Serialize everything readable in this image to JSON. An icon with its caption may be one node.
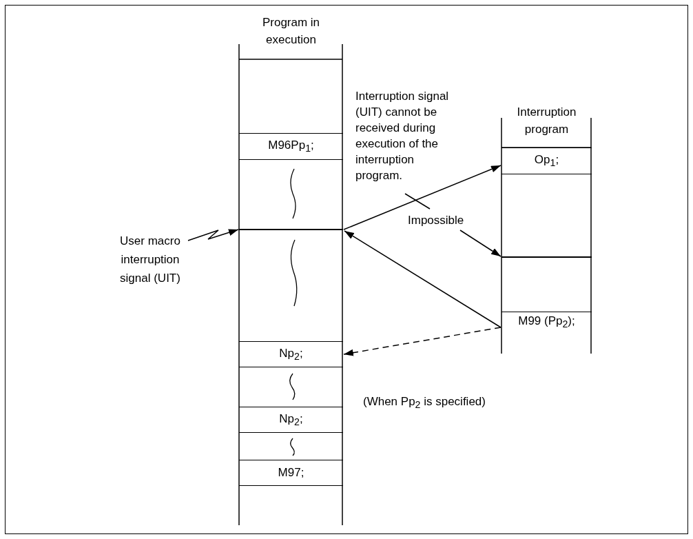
{
  "diagram": {
    "nodes": [
      {
        "text": [
          "Program in execution"
        ]
      },
      {
        "text": [
          "M96Pp$_{1}$;"
        ],
        "in": 0
      },
      {
        "text": [],
        "shape": "bar",
        "in": 0
      },
      {
        "text": [
          "Np$_{2}$;"
        ],
        "in": 0
      },
      {
        "text": [
          "Np$_{2}$;"
        ],
        "in": 0
      },
      {
        "text": [
          "M97;"
        ],
        "in": 0
      },
      {
        "text": [
          "Interruption program"
        ]
      },
      {
        "text": [
          "Op$_{1}$;"
        ],
        "in": 6
      },
      {
        "text": [],
        "shape": "bar",
        "in": 6
      },
      {
        "text": [
          "M99 (Pp$_{2}$);"
        ],
        "in": 6
      },
      {
        "text": [
          "User macro interruption signal (UIT)"
        ]
      },
      {
        "text": [
          "Interruption signal (UIT) cannot be received during execution of the interruption program."
        ]
      },
      {
        "text": [
          "Impossible"
        ]
      }
    ],
    "edges": [
      {
        "from": 10,
        "to": 2,
        "arrow": "to"
      },
      {
        "from": 2,
        "to": 7,
        "arrow": "to"
      },
      {
        "from": 9,
        "to": 2,
        "arrow": "to"
      },
      {
        "from": 9,
        "to": 3,
        "arrow": "to",
        "style": "dashed",
        "label": "(When Pp$_{2}$ is specified)"
      },
      {
        "from": 11,
        "to": 12,
        "arrow": "none"
      },
      {
        "from": 12,
        "to": 8,
        "arrow": "to"
      }
    ]
  }
}
